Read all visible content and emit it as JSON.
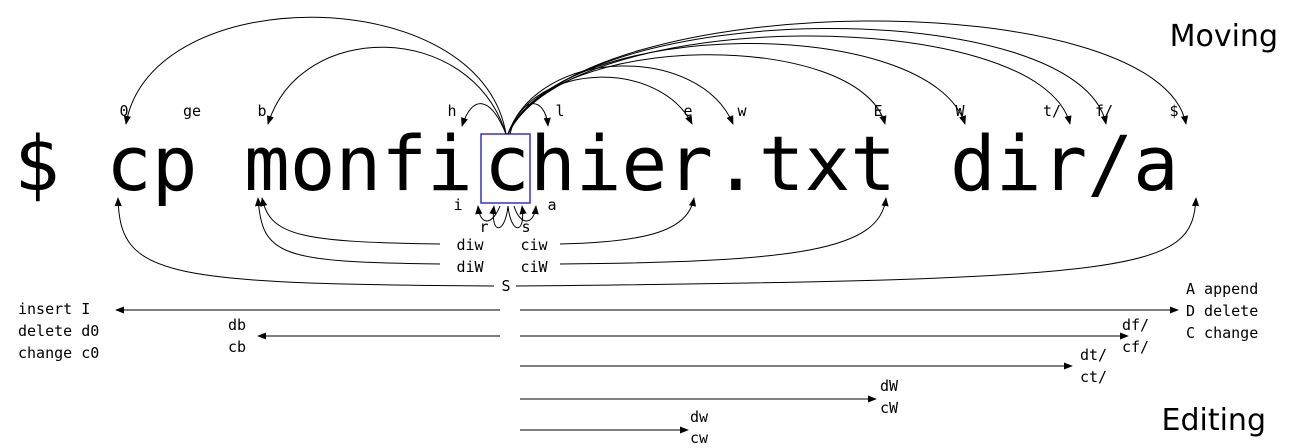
{
  "sections": {
    "moving_title": "Moving",
    "editing_title": "Editing"
  },
  "command_line": {
    "prompt": "$",
    "command": "cp",
    "file_before_cursor": "monfi",
    "cursor_char": "c",
    "file_after_cursor": "hier.txt",
    "argument": "dir/a"
  },
  "motions": {
    "zero": "0",
    "ge": "ge",
    "b": "b",
    "h": "h",
    "l": "l",
    "e": "e",
    "w": "w",
    "E": "E",
    "W": "W",
    "t_slash": "t/",
    "f_slash": "f/",
    "dollar": "$"
  },
  "insert_keys": {
    "i": "i",
    "a": "a",
    "r": "r",
    "s": "s"
  },
  "word_edits": {
    "diw": "diw",
    "ciw": "ciw",
    "diW": "diW",
    "ciW": "ciW",
    "S": "S"
  },
  "editing": {
    "left": [
      "insert I",
      "delete d0",
      "change c0"
    ],
    "right": [
      "A append",
      "D delete",
      "C change"
    ],
    "db": "db",
    "cb": "cb",
    "df_slash": "df/",
    "cf_slash": "cf/",
    "dt_slash": "dt/",
    "ct_slash": "ct/",
    "dW": "dW",
    "cW": "cW",
    "dw": "dw",
    "cw": "cw"
  },
  "colors": {
    "cursor_box": "#3333cc",
    "ink": "#000000"
  }
}
